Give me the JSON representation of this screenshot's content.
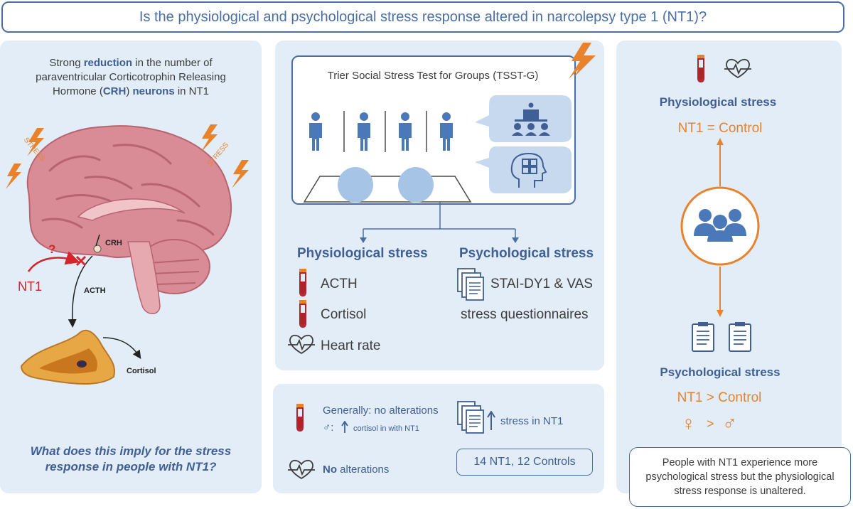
{
  "title": "Is the physiological and psychological stress response altered in narcolepsy type 1 (NT1)?",
  "left": {
    "line1": "Strong ",
    "line1_bold": "reduction",
    "line1_end": " in the number of",
    "line2": "paraventricular Corticotrophin Releasing",
    "line3_a": "Hormone (",
    "line3_b": "CRH",
    "line3_c": ") ",
    "line3_d": "neurons",
    "line3_e": " in NT1",
    "stress_label": "STRESS",
    "question_mark": "?",
    "nt1_label": "NT1",
    "crh_label": "CRH",
    "acth_label": "ACTH",
    "cortisol_label": "Cortisol",
    "question_line1": "What does this imply for the stress",
    "question_line2": "response in people with NT1?"
  },
  "middle": {
    "tsst_title": "Trier Social Stress Test for Groups (TSST-G)",
    "phys_heading": "Physiological stress",
    "psych_heading": "Psychological stress",
    "phys_items": [
      "ACTH",
      "Cortisol",
      "Heart rate"
    ],
    "psych_line1": "STAI-DY1 & VAS",
    "psych_line2": "stress questionnaires"
  },
  "results": {
    "general": "Generally: no alterations",
    "male_note": "cortisol in with NT1",
    "male_symbol": "♂:",
    "stress_in_nt1": "stress in NT1",
    "no_word": "No",
    "alterations_word": " alterations",
    "sample": "14 NT1, 12 Controls"
  },
  "right": {
    "phys_heading": "Physiological stress",
    "phys_result": "NT1 = Control",
    "psych_heading": "Psychological stress",
    "psych_result": "NT1 > Control",
    "female": "♀",
    "gt": ">",
    "male": "♂",
    "conclusion_line1": "People with NT1 experience more",
    "conclusion_line2": "psychological stress but the physiological",
    "conclusion_line3": "stress response is unaltered."
  },
  "colors": {
    "accent_blue": "#3f5f95",
    "orange": "#e8822d",
    "red": "#d8232a",
    "panel_bg": "#e3edf7",
    "person_blue": "#4a78b8"
  }
}
